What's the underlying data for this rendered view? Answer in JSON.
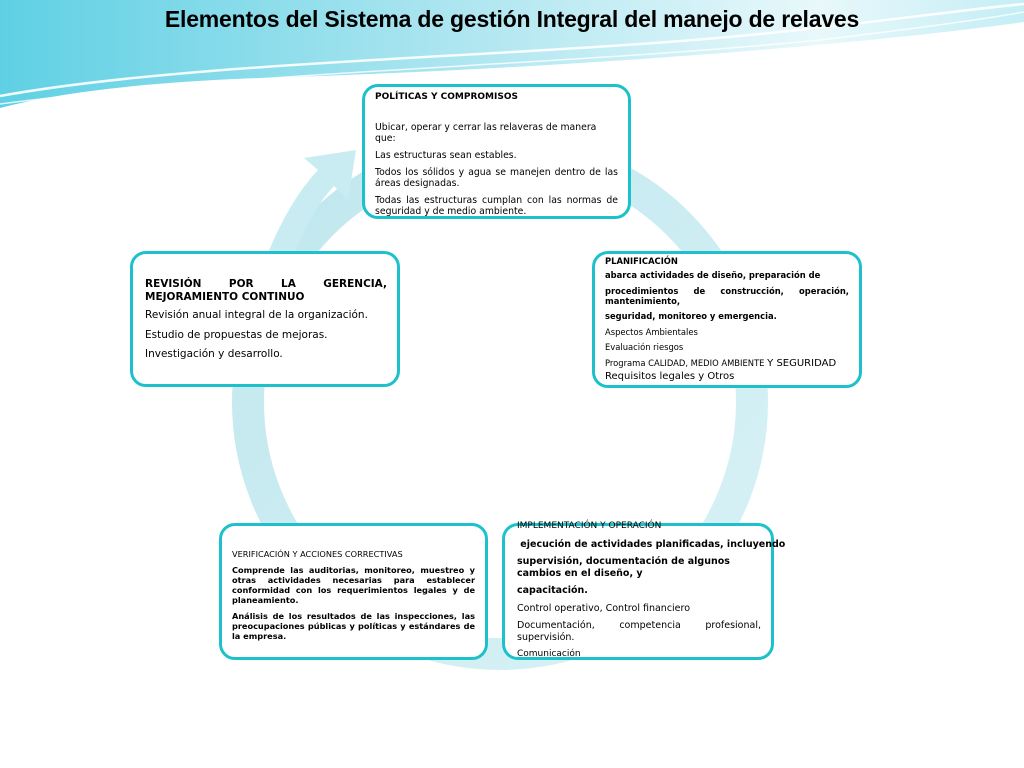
{
  "title": "Elementos del Sistema de gestión Integral del manejo de relaves",
  "colors": {
    "box_border": "#1cc1cc",
    "cycle_ring": "#cdeef3",
    "swoosh": "#3fc3d9"
  },
  "boxes": {
    "politicas": {
      "heading": "POLÍTICAS Y COMPROMISOS",
      "lines": [
        "Ubicar, operar y cerrar las relaveras de manera que:",
        "Las estructuras sean estables.",
        "Todos los sólidos  y agua se manejen  dentro de las áreas designadas.",
        "Todas las estructuras cumplan con las normas de seguridad y de medio ambiente."
      ]
    },
    "planificacion": {
      "heading": "PLANIFICACIÓN",
      "lines": [
        "abarca actividades de diseño, preparación de",
        "procedimientos de construcción, operación, mantenimiento,",
        "seguridad, monitoreo y emergencia.",
        "Aspectos Ambientales",
        "Evaluación riesgos",
        "Programa CALIDAD, MEDIO AMBIENTE",
        "Y SEGURIDAD",
        "Requisitos legales y Otros"
      ]
    },
    "implementacion": {
      "heading": "IMPLEMENTACIÓN Y OPERACIÓN",
      "lines": [
        " ejecución de actividades planificadas, incluyendo",
        "supervisión, documentación de algunos cambios en el diseño, y",
        "capacitación.",
        "Control operativo, Control financiero",
        "Documentación, competencia profesional, supervisión.",
        "Comunicación"
      ]
    },
    "verificacion": {
      "heading": "VERIFICACIÓN  Y ACCIONES CORRECTIVAS",
      "lines": [
        "Comprende  las auditorias, monitoreo, muestreo y otras actividades necesarias para establecer conformidad con los requerimientos legales y de planeamiento.",
        "Análisis de los resultados de las inspecciones, las preocupaciones públicas y políticas y estándares de la empresa."
      ]
    },
    "revision": {
      "heading": "REVISIÓN POR LA GERENCIA, MEJORAMIENTO CONTINUO",
      "lines": [
        "Revisión  anual integral de la organización.",
        "Estudio de propuestas de mejoras.",
        "Investigación y desarrollo."
      ]
    }
  }
}
